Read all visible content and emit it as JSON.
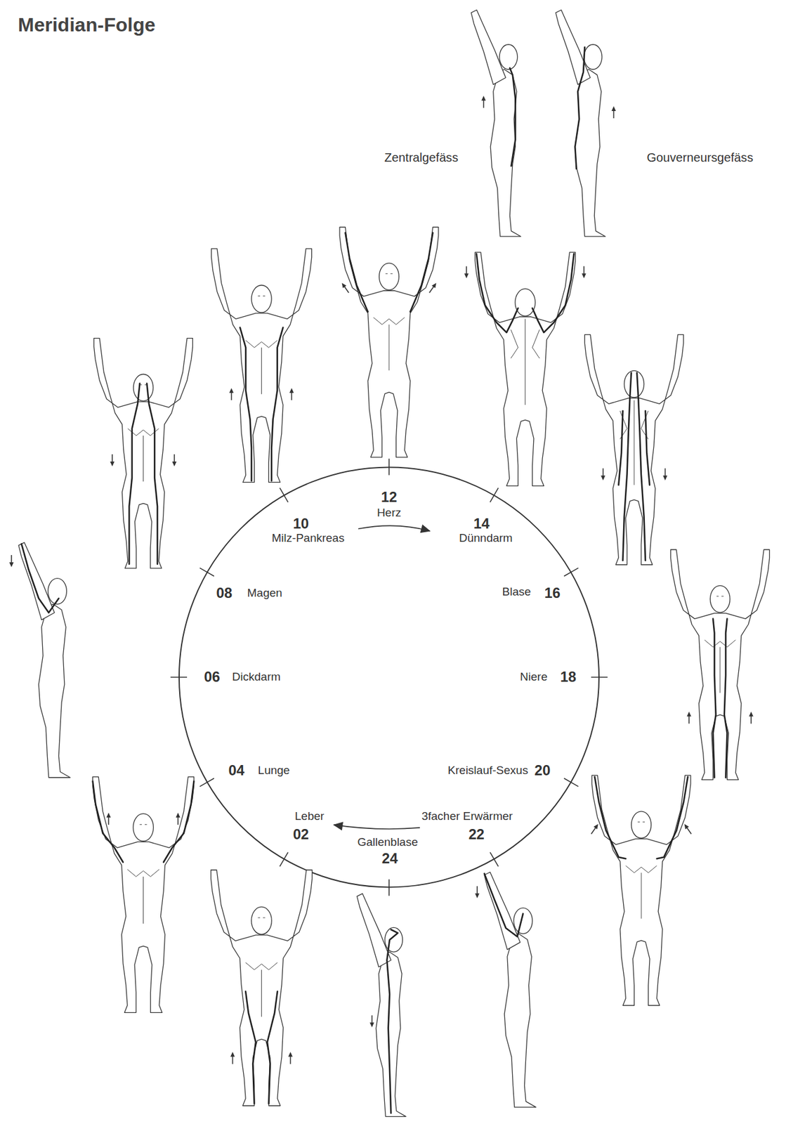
{
  "diagram": {
    "title": "Meridian-Folge",
    "labels": [
      "Zentralgefäss",
      "Gouverneursgefäss",
      "12",
      "Herz",
      "10",
      "Milz-Pankreas",
      "14",
      "Dünndarm",
      "08",
      "Magen",
      "Blase",
      "16",
      "06",
      "Dickdarm",
      "Niere",
      "18",
      "04",
      "Lunge",
      "Kreislauf-Sexus",
      "20",
      "Leber",
      "02",
      "3facher Erwärmer",
      "22",
      "Gallenblase",
      "24"
    ]
  }
}
